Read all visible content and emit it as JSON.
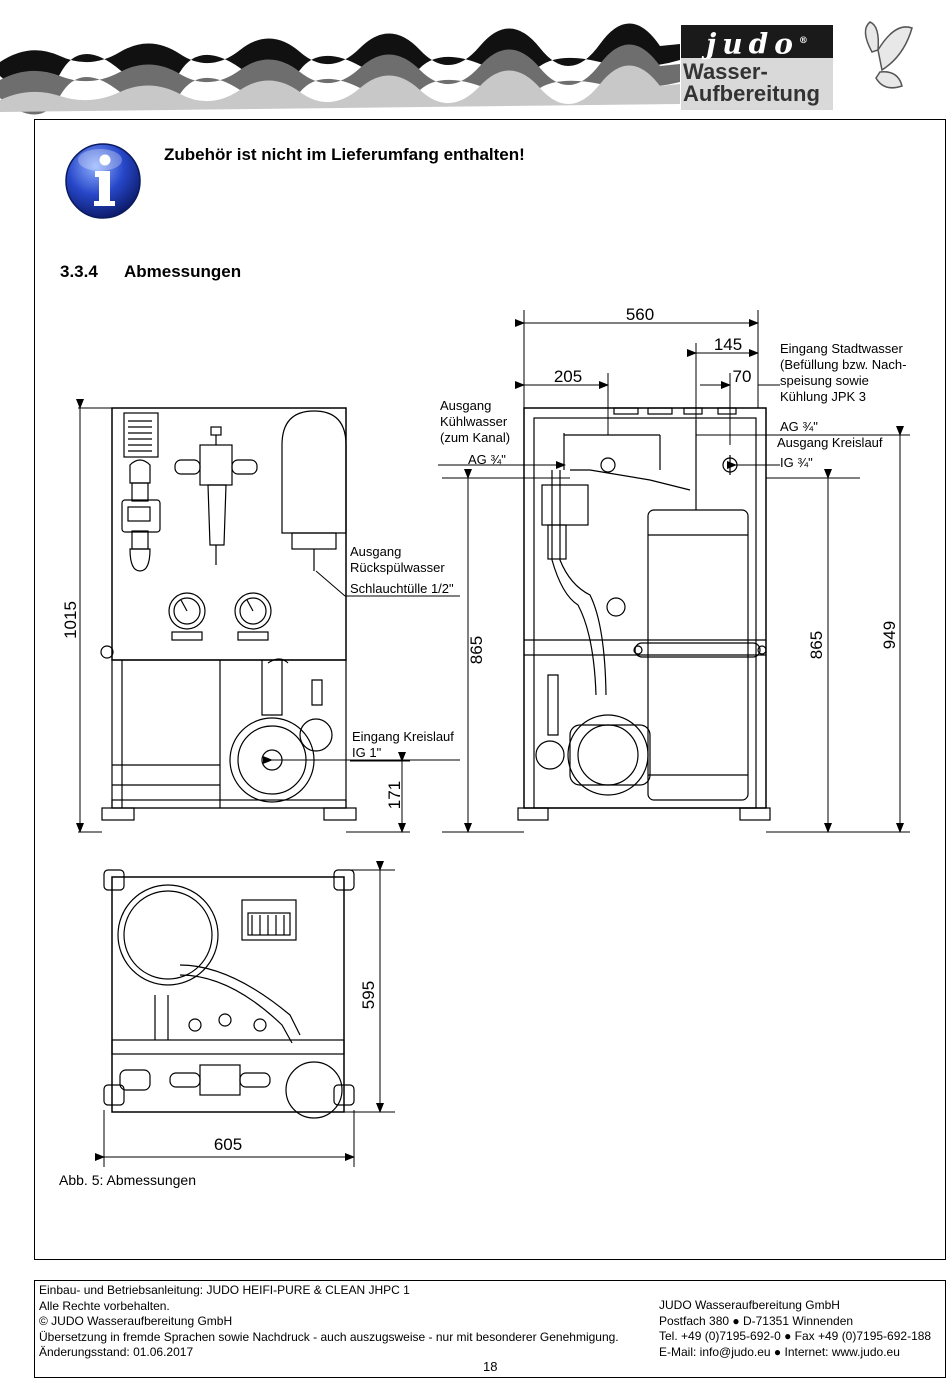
{
  "header": {
    "logo_brand": "judo",
    "logo_line1": "Wasser-",
    "logo_line2": "Aufbereitung"
  },
  "info": {
    "icon": "info-icon",
    "text": "Zubehör ist nicht im Lieferumfang enthalten!"
  },
  "section": {
    "number": "3.3.4",
    "title": "Abmessungen"
  },
  "drawing": {
    "dims": {
      "d1015": "1015",
      "d865_left": "865",
      "d171": "171",
      "d560": "560",
      "d145": "145",
      "d205": "205",
      "d70": "70",
      "d865_right": "865",
      "d949": "949",
      "d595": "595",
      "d605": "605"
    },
    "labels": {
      "ausgang_kuehl": [
        "Ausgang",
        "Kühlwasser",
        "(zum Kanal)"
      ],
      "ag_left": "AG ¾\"",
      "ausgang_rueck": [
        "Ausgang",
        "Rückspülwasser"
      ],
      "schlauch": "Schlauchtülle 1/2\"",
      "eingang_kreis": [
        "Eingang Kreislauf",
        "IG 1\""
      ],
      "eingang_stadt": [
        "Eingang Stadtwasser",
        "(Befüllung bzw. Nach-",
        "speisung sowie",
        "Kühlung JPK 3"
      ],
      "ag_right": "AG ¾\"",
      "ausgang_kreis": "Ausgang Kreislauf",
      "ig_right": "IG ¾\""
    }
  },
  "caption": "Abb. 5: Abmessungen",
  "footer": {
    "left": [
      "Einbau- und Betriebsanleitung: JUDO HEIFI-PURE & CLEAN JHPC 1",
      "Alle Rechte vorbehalten.",
      "© JUDO Wasseraufbereitung GmbH",
      "Übersetzung in fremde Sprachen sowie Nachdruck - auch auszugsweise - nur mit besonderer Genehmigung.",
      "Änderungsstand: 01.06.2017"
    ],
    "right": [
      "JUDO Wasseraufbereitung GmbH",
      "Postfach 380 ● D-71351 Winnenden",
      "Tel. +49 (0)7195-692-0 ● Fax +49 (0)7195-692-188",
      "E-Mail: info@judo.eu ● Internet: www.judo.eu"
    ],
    "page": "18"
  }
}
